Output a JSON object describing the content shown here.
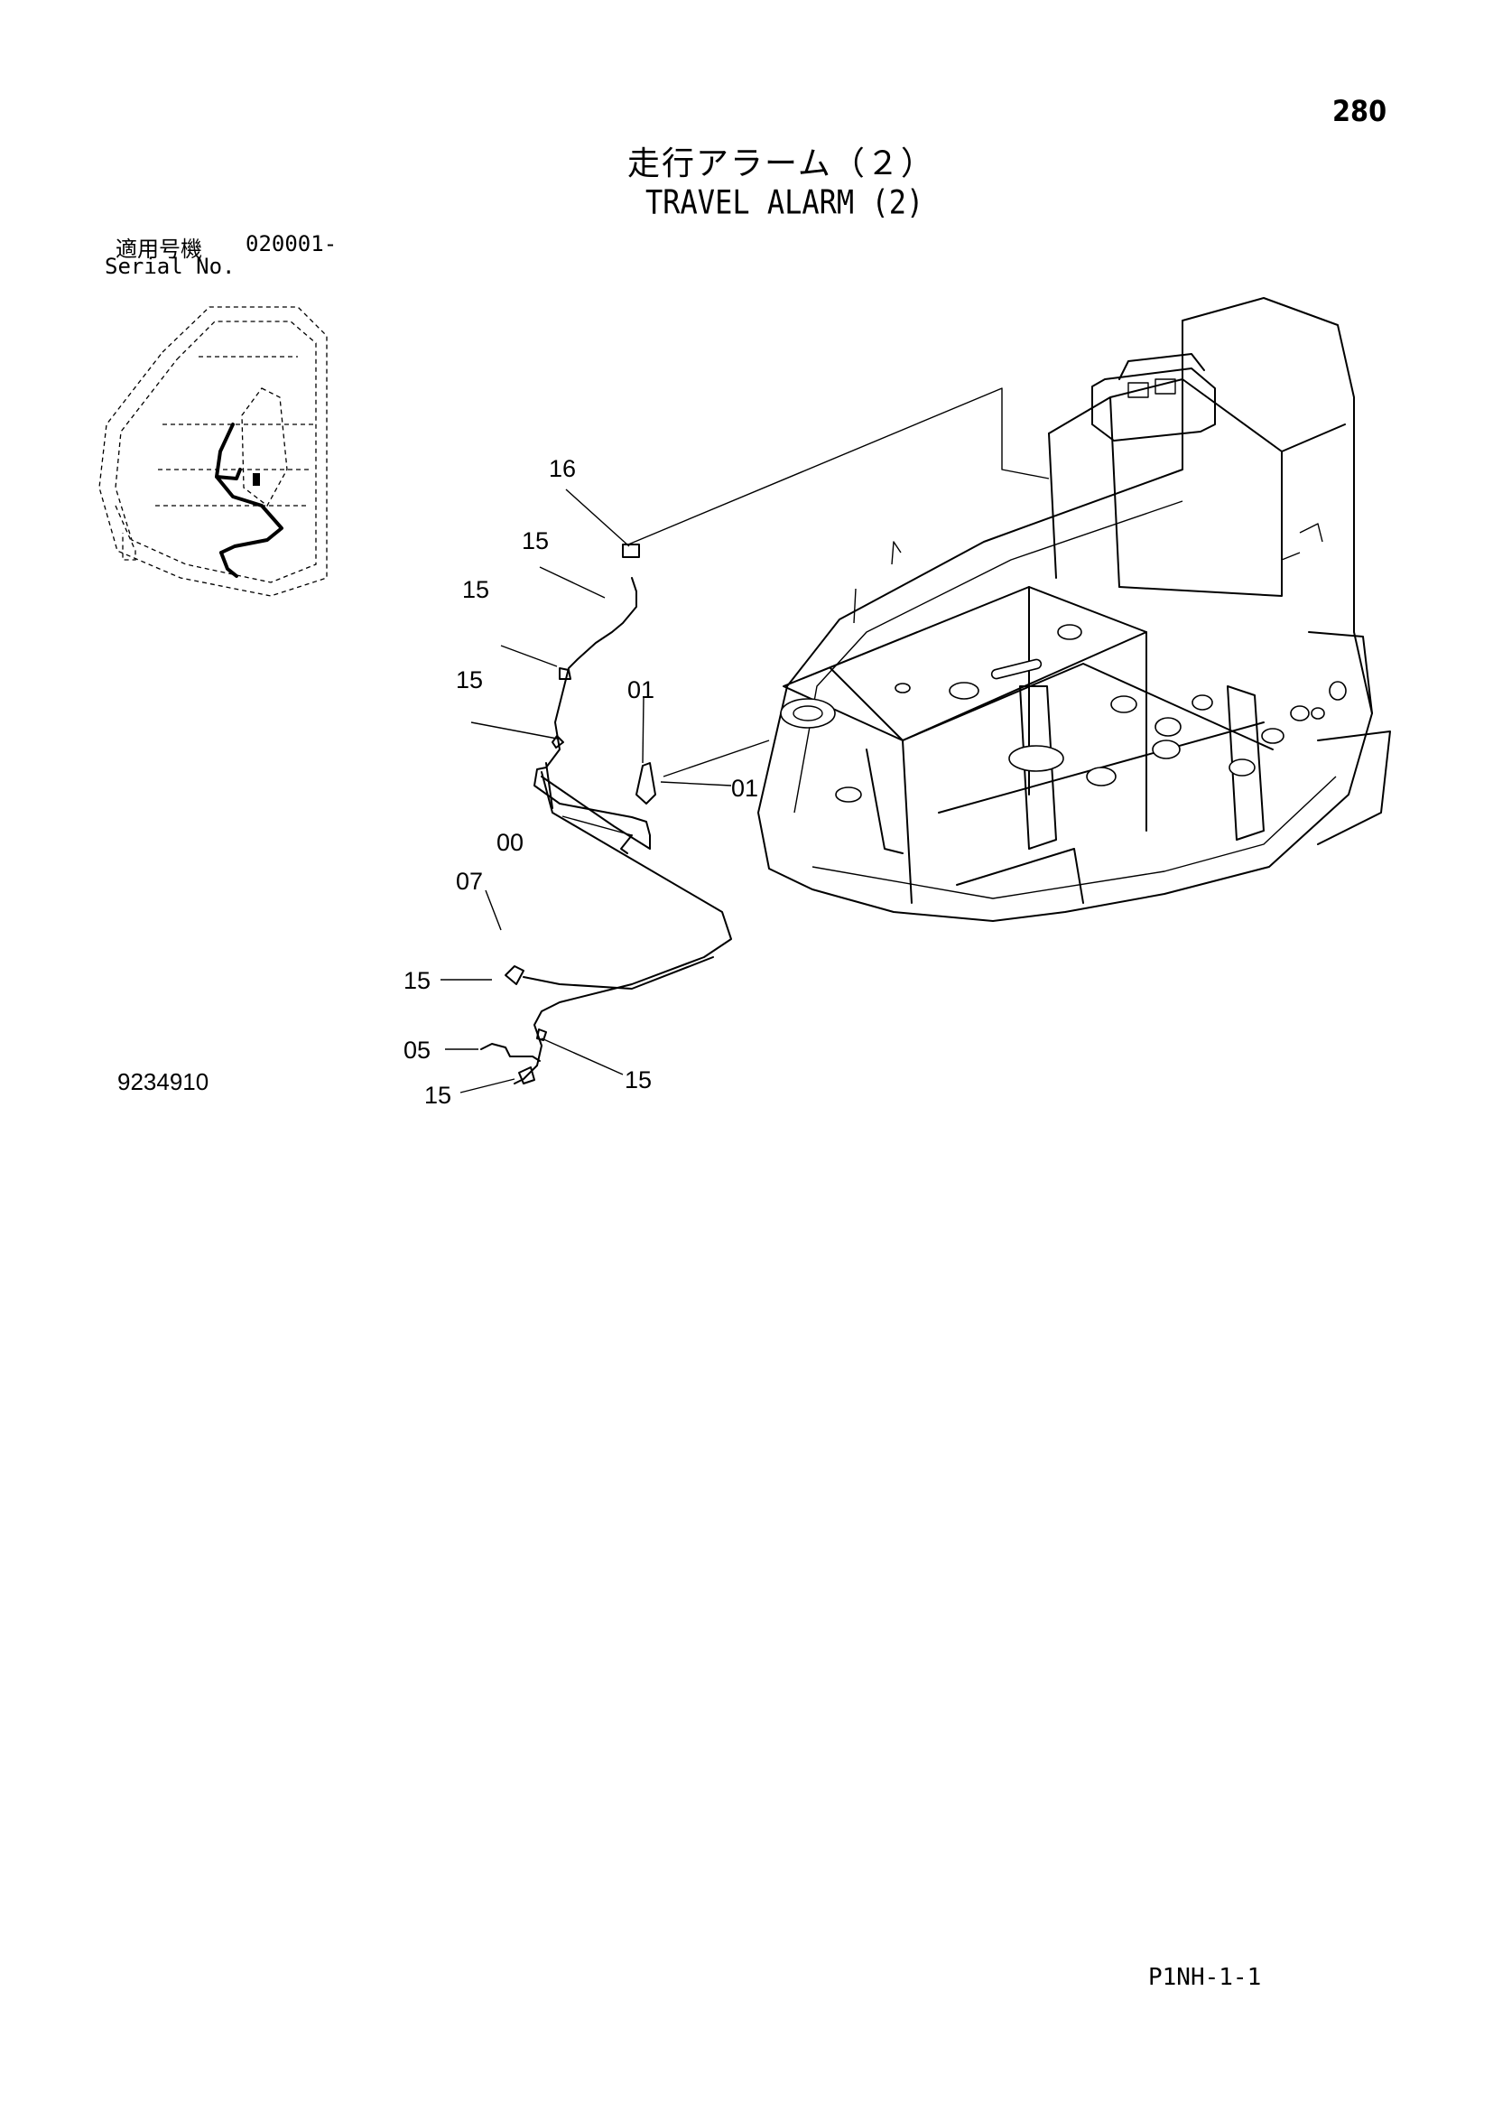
{
  "header": {
    "page_number": "280",
    "title_jp": "走行アラーム（２）",
    "title_en": "TRAVEL ALARM (2)"
  },
  "serial": {
    "label_jp": "適用号機",
    "value": "020001-",
    "label_en": "Serial No."
  },
  "diagram": {
    "callouts": [
      "16",
      "15",
      "15",
      "15",
      "01",
      "01",
      "00",
      "07",
      "15",
      "05",
      "15",
      "15"
    ]
  },
  "footer": {
    "drawing_number": "9234910",
    "page_code": "P1NH-1-1"
  }
}
